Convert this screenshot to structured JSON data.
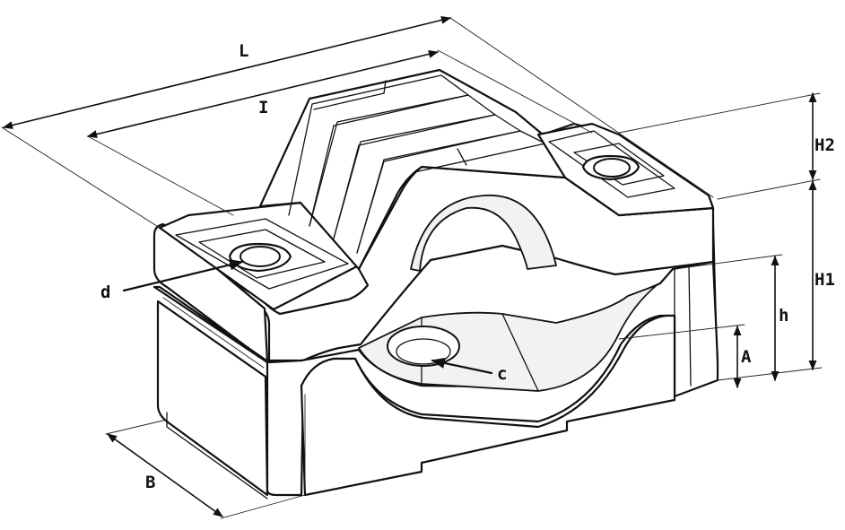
{
  "diagram": {
    "labels": {
      "L": "L",
      "I": "I",
      "H2": "H2",
      "H1": "H1",
      "h": "h",
      "A": "A",
      "B": "B",
      "c": "c",
      "d": "d"
    },
    "colors": {
      "line": "#111111",
      "background": "#ffffff"
    }
  }
}
